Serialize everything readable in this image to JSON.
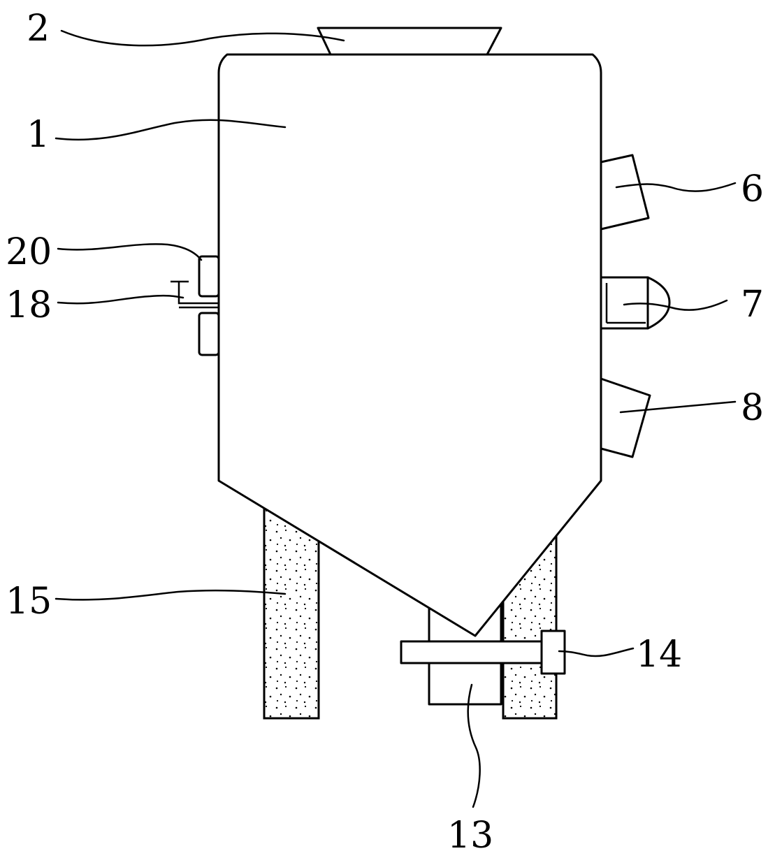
{
  "labels": {
    "tank": "1",
    "feed_hopper": "2",
    "upper_side_port": "6",
    "middle_side_port": "7",
    "lower_side_port": "8",
    "bottom_outlet": "13",
    "outlet_valve_rod": "14",
    "support_leg": "15",
    "side_bracket": "18",
    "side_device": "20"
  },
  "colors": {
    "line": "#000000",
    "background": "#ffffff"
  }
}
